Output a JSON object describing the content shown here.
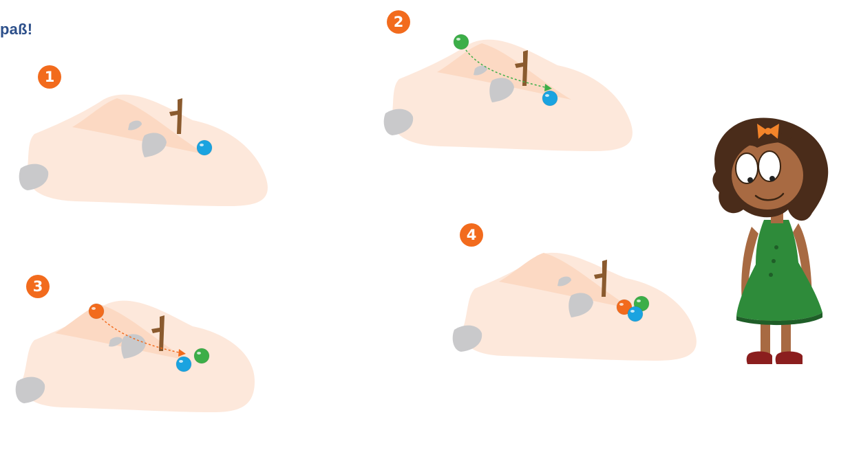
{
  "heading": {
    "text": "paß!",
    "color": "#2c4f8a"
  },
  "colors": {
    "badge": "#f26b1d",
    "sand": "#fde8db",
    "sand_shade": "#fcd9c3",
    "stone": "#c9c9cb",
    "stone_dark": "#b5b5b8",
    "stick": "#8a5a2e",
    "marble_blue": "#1aa3e0",
    "marble_green": "#3cae48",
    "marble_orange": "#f26b1d"
  },
  "scenes": [
    {
      "id": 1,
      "label": "1",
      "marbles": [
        "blue"
      ],
      "throw": null
    },
    {
      "id": 2,
      "label": "2",
      "marbles": [
        "blue",
        "green"
      ],
      "throw": "green"
    },
    {
      "id": 3,
      "label": "3",
      "marbles": [
        "blue",
        "green",
        "orange"
      ],
      "throw": "orange"
    },
    {
      "id": 4,
      "label": "4",
      "marbles": [
        "orange",
        "green",
        "blue"
      ],
      "throw": null
    }
  ],
  "character": {
    "name_icon": "girl-character",
    "dress_color": "#2e8b3a",
    "hair_color": "#4a2c1a",
    "skin_color": "#a86a42",
    "bow_color": "#f4842a"
  }
}
